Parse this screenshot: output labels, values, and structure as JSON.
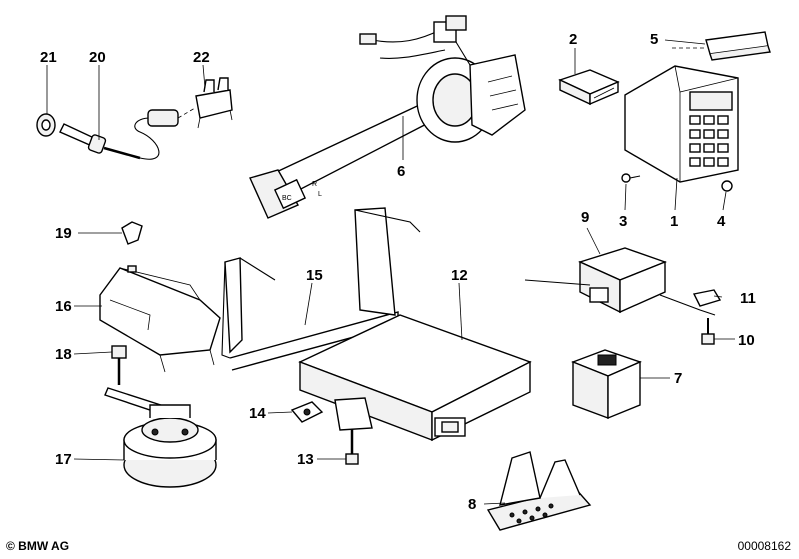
{
  "diagram": {
    "callouts": [
      {
        "id": "c1",
        "label": "1"
      },
      {
        "id": "c2",
        "label": "2"
      },
      {
        "id": "c3",
        "label": "3"
      },
      {
        "id": "c4",
        "label": "4"
      },
      {
        "id": "c5",
        "label": "5"
      },
      {
        "id": "c6",
        "label": "6"
      },
      {
        "id": "c7",
        "label": "7"
      },
      {
        "id": "c8",
        "label": "8"
      },
      {
        "id": "c9",
        "label": "9"
      },
      {
        "id": "c10",
        "label": "10"
      },
      {
        "id": "c11",
        "label": "11"
      },
      {
        "id": "c12",
        "label": "12"
      },
      {
        "id": "c13",
        "label": "13"
      },
      {
        "id": "c14",
        "label": "14"
      },
      {
        "id": "c15",
        "label": "15"
      },
      {
        "id": "c16",
        "label": "16"
      },
      {
        "id": "c17",
        "label": "17"
      },
      {
        "id": "c18",
        "label": "18"
      },
      {
        "id": "c19",
        "label": "19"
      },
      {
        "id": "c20",
        "label": "20"
      },
      {
        "id": "c21",
        "label": "21"
      },
      {
        "id": "c22",
        "label": "22"
      }
    ],
    "switch_markings": [
      "BC",
      "R",
      "L"
    ]
  },
  "footer": {
    "copyright": "© BMW AG",
    "document_number": "00008162"
  }
}
